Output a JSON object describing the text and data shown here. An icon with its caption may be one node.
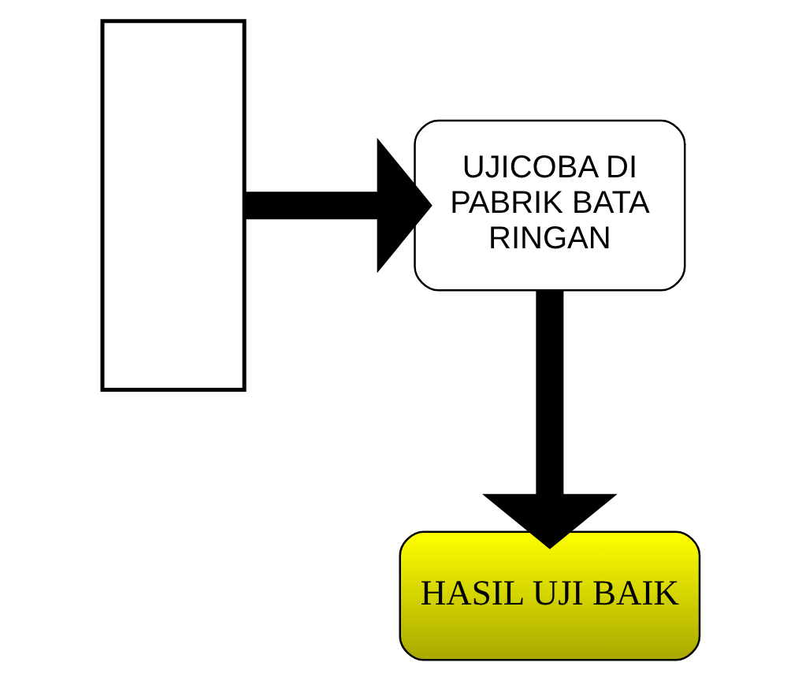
{
  "diagram": {
    "nodes": [
      {
        "text": [],
        "shape": "box"
      },
      {
        "text": [
          "UJICOBA DI PABRIK BATA RINGAN"
        ]
      },
      {
        "text": [
          "HASIL UJI BAIK"
        ]
      }
    ],
    "edges": [
      {
        "from": 0,
        "to": 1,
        "arrow": "to"
      },
      {
        "from": 1,
        "to": 2,
        "arrow": "to"
      }
    ]
  }
}
